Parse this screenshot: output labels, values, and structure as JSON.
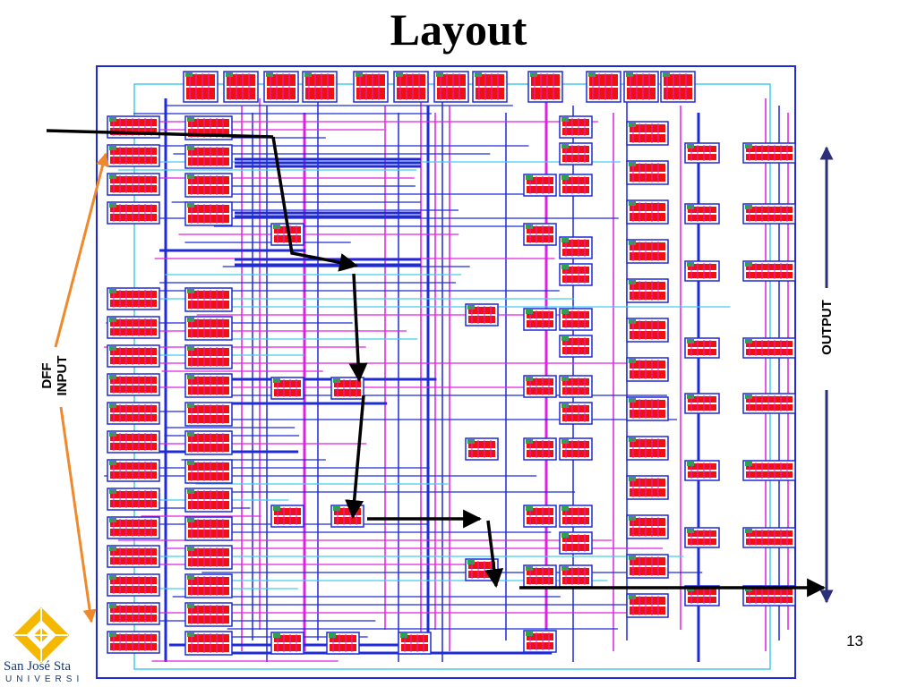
{
  "slide": {
    "title": "Layout",
    "page_number": "13"
  },
  "labels": {
    "dff_input_line1": "DFF",
    "dff_input_line2": "INPUT",
    "output": "OUTPUT"
  },
  "logo": {
    "name": "San José Sta",
    "subtitle": "UNIVERSI"
  },
  "colors": {
    "background": "#ffffff",
    "metal_blue": "#1f2ad8",
    "metal_magenta": "#e020e0",
    "poly_red": "#ee1111",
    "diffusion_green": "#22aa44",
    "via_cyan": "#44ccee",
    "arrow_orange": "#f0892b",
    "arrow_navy": "#2b2f7a",
    "signal_black": "#000000",
    "logo_gold": "#f5b800",
    "logo_text": "#1a3a6e"
  },
  "icons": {
    "logo": "sjsu-tower-logo-icon",
    "arrow": "arrow-head-icon"
  }
}
